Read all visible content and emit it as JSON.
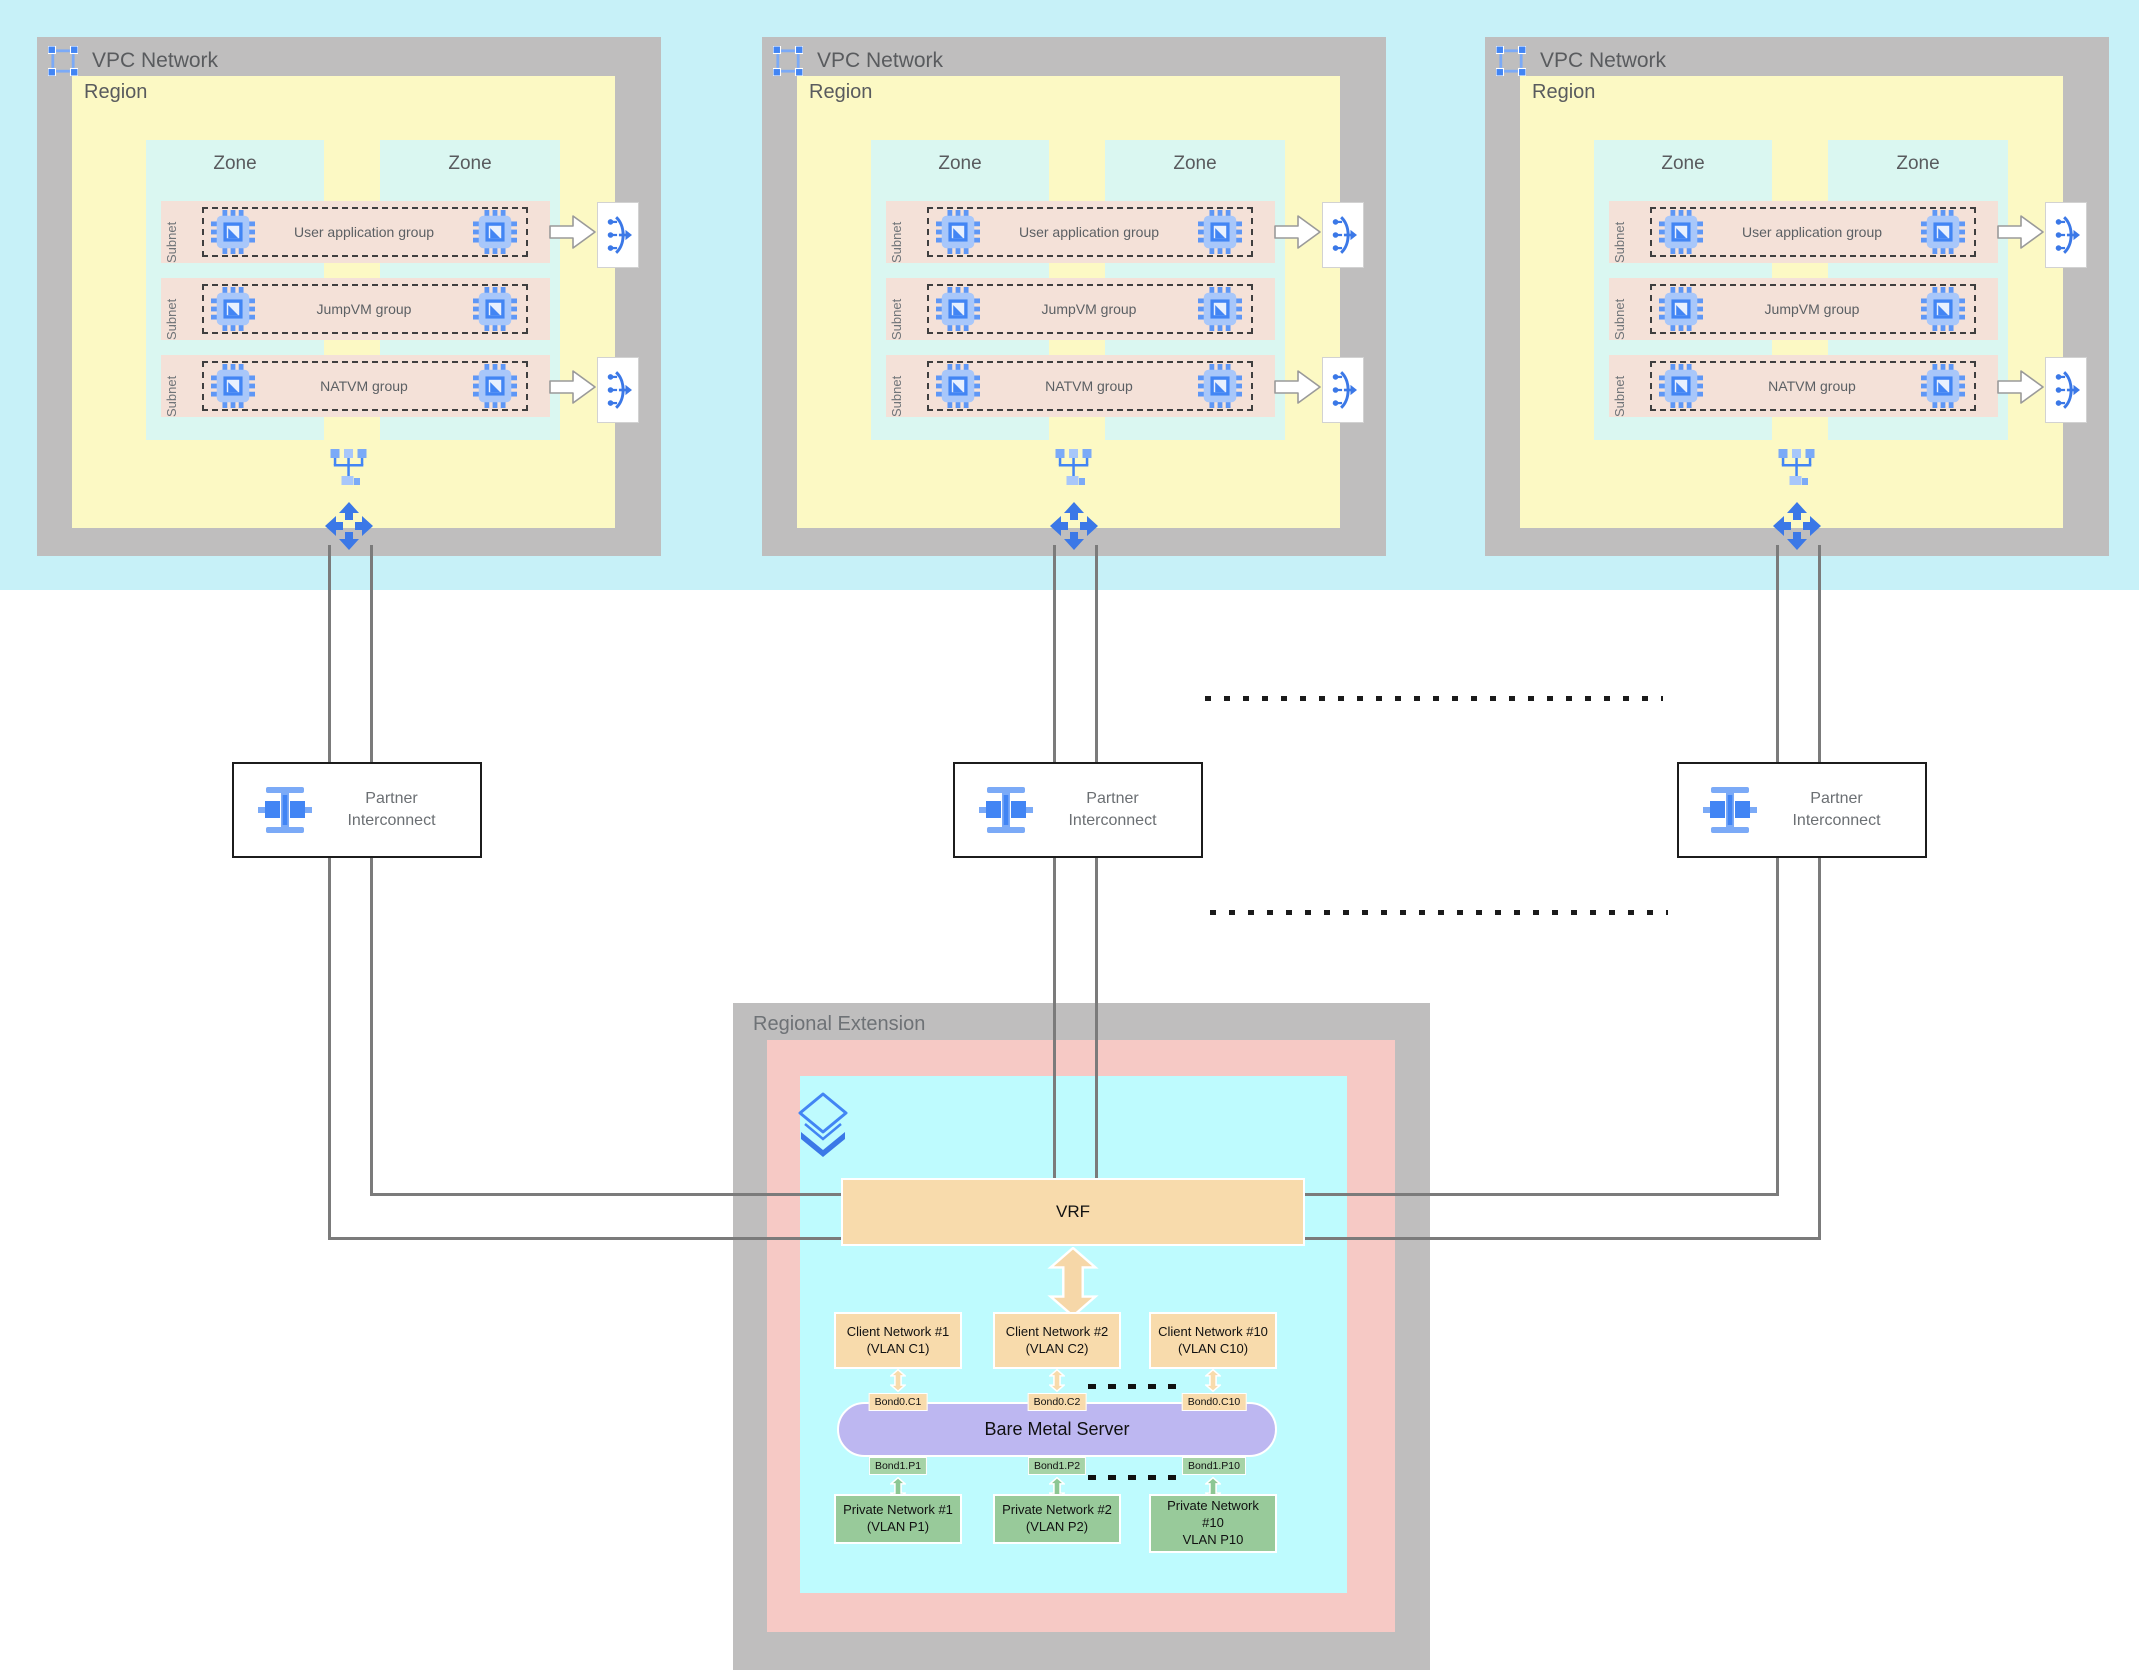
{
  "vpc": [
    {
      "title": "VPC Network",
      "region": "Region",
      "zones": [
        "Zone",
        "Zone"
      ],
      "subnets": [
        {
          "label": "Subnet",
          "group": "User application group"
        },
        {
          "label": "Subnet",
          "group": "JumpVM group"
        },
        {
          "label": "Subnet",
          "group": "NATVM group"
        }
      ]
    },
    {
      "title": "VPC Network",
      "region": "Region",
      "zones": [
        "Zone",
        "Zone"
      ],
      "subnets": [
        {
          "label": "Subnet",
          "group": "User application group"
        },
        {
          "label": "Subnet",
          "group": "JumpVM group"
        },
        {
          "label": "Subnet",
          "group": "NATVM group"
        }
      ]
    },
    {
      "title": "VPC Network",
      "region": "Region",
      "zones": [
        "Zone",
        "Zone"
      ],
      "subnets": [
        {
          "label": "Subnet",
          "group": "User application group"
        },
        {
          "label": "Subnet",
          "group": "JumpVM group"
        },
        {
          "label": "Subnet",
          "group": "NATVM group"
        }
      ]
    }
  ],
  "interconnects": [
    {
      "line1": "Partner",
      "line2": "Interconnect"
    },
    {
      "line1": "Partner",
      "line2": "Interconnect"
    },
    {
      "line1": "Partner",
      "line2": "Interconnect"
    }
  ],
  "regional_extension": {
    "title": "Regional Extension",
    "vrf_label": "VRF",
    "client_networks": [
      {
        "line1": "Client Network #1",
        "line2": "(VLAN C1)"
      },
      {
        "line1": "Client Network #2",
        "line2": "(VLAN C2)"
      },
      {
        "line1": "Client Network #10",
        "line2": "(VLAN C10)"
      }
    ],
    "bond0_labels": [
      "Bond0.C1",
      "Bond0.C2",
      "Bond0.C10"
    ],
    "server_label": "Bare Metal Server",
    "bond1_labels": [
      "Bond1.P1",
      "Bond1.P2",
      "Bond1.P10"
    ],
    "private_networks": [
      {
        "line1": "Private Network #1",
        "line2": "(VLAN P1)",
        "line3": ""
      },
      {
        "line1": "Private Network #2",
        "line2": "(VLAN P2)",
        "line3": ""
      },
      {
        "line1": "Private Network",
        "line2": "#10",
        "line3": "VLAN P10"
      }
    ]
  },
  "colors": {
    "top_band": "#C7F1F8",
    "vpc_gray": "#BFBEBE",
    "region_yellow": "#FCF9C4",
    "zone_cyan": "#DAF7F1",
    "subnet_salmon": "#F4E1D8",
    "re_pink": "#F6C9C5",
    "re_cyan": "#BEFBFE",
    "orange": "#F8DBAC",
    "server_purple": "#BDB7F1",
    "network_green": "#98CA9A",
    "icon_blue": "#4285F4",
    "icon_blue_light": "#7BAAF7",
    "line_gray": "#7B7B7B"
  }
}
